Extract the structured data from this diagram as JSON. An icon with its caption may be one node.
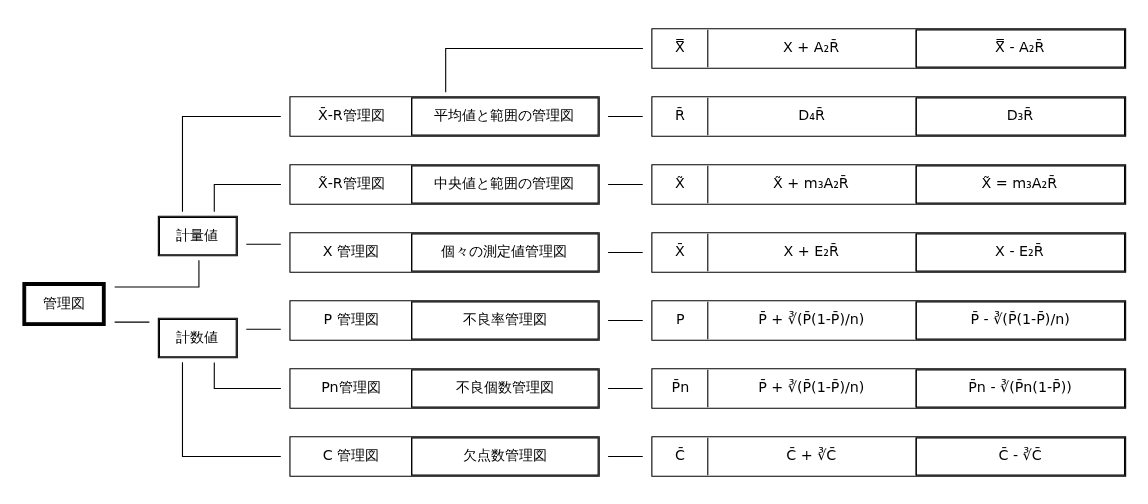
{
  "diagram": {
    "nodes": [
      {
        "text": [
          "管理図"
        ]
      },
      {
        "text": [
          "計量値"
        ]
      },
      {
        "text": [
          "X̄-R管理図",
          "平均値と範囲の管理図"
        ]
      },
      {
        "text": [
          "X̿",
          "X + A₂R̄",
          "X̿ - A₂R̄"
        ]
      },
      {
        "text": [
          "R̄",
          "D₄R̄",
          "D₃R̄"
        ]
      },
      {
        "text": [
          "X̃-R管理図",
          "中央値と範囲の管理図"
        ]
      },
      {
        "text": [
          "X̃",
          "X̃ + m₃A₂R̄",
          "X̃ = m₃A₂R̄"
        ]
      },
      {
        "text": [
          "X 管理図",
          "個々の測定値管理図"
        ]
      },
      {
        "text": [
          "X̄",
          "X + E₂R̄",
          "X - E₂R̄"
        ]
      },
      {
        "text": [
          "計数値"
        ]
      },
      {
        "text": [
          "P 管理図",
          "不良率管理図"
        ]
      },
      {
        "text": [
          "P",
          "P̄ + ∛(P̄(1-P̄)/n)",
          "P̄ - ∛(P̄(1-P̄)/n)"
        ]
      },
      {
        "text": [
          "Pn管理図",
          "不良個数管理図"
        ]
      },
      {
        "text": [
          "P̄n",
          "P̄ + ∛(P̄(1-P̄)/n)",
          "P̄n - ∛(P̄n(1-P̄))"
        ]
      },
      {
        "text": [
          "C 管理図",
          "欠点数管理図"
        ]
      },
      {
        "text": [
          "C̄",
          "C̄ + ∛C̄",
          "C̄ - ∛C̄"
        ]
      }
    ],
    "edges": [
      {
        "from": 0,
        "to": 1,
        "arrow": "none"
      },
      {
        "from": 0,
        "to": 9,
        "arrow": "none"
      },
      {
        "from": 1,
        "to": 2,
        "arrow": "none"
      },
      {
        "from": 1,
        "to": 5,
        "arrow": "none"
      },
      {
        "from": 1,
        "to": 7,
        "arrow": "none"
      },
      {
        "from": 2,
        "to": 3,
        "arrow": "none"
      },
      {
        "from": 2,
        "to": 4,
        "arrow": "none"
      },
      {
        "from": 5,
        "to": 6,
        "arrow": "none"
      },
      {
        "from": 7,
        "to": 8,
        "arrow": "none"
      },
      {
        "from": 9,
        "to": 10,
        "arrow": "none"
      },
      {
        "from": 9,
        "to": 12,
        "arrow": "none"
      },
      {
        "from": 9,
        "to": 14,
        "arrow": "none"
      },
      {
        "from": 10,
        "to": 11,
        "arrow": "none"
      },
      {
        "from": 12,
        "to": 13,
        "arrow": "none"
      },
      {
        "from": 14,
        "to": 15,
        "arrow": "none"
      }
    ]
  }
}
